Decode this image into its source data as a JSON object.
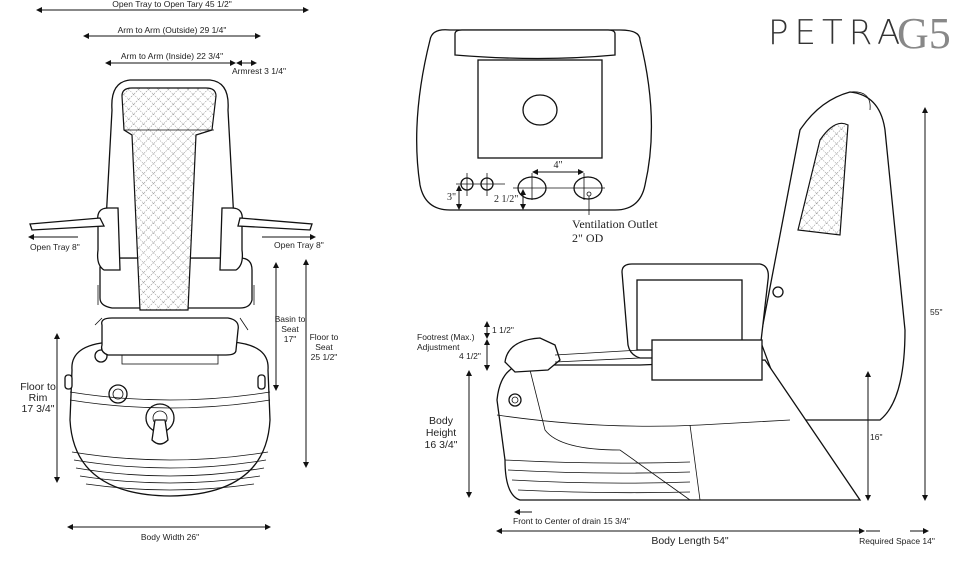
{
  "logo": {
    "brand": "PETRA",
    "model": "G5"
  },
  "front_view": {
    "open_tray_to_open_tray": "Open Tray to Open Tary 45 1/2\"",
    "arm_to_arm_outside": "Arm to Arm (Outside) 29 1/4\"",
    "arm_to_arm_inside": "Arm to Arm (Inside) 22 3/4\"",
    "armrest": "Armrest 3 1/4\"",
    "open_tray_left": "Open Tray 8\"",
    "open_tray_right": "Open Tray 8\"",
    "basin_to_seat": [
      "Basin to",
      "Seat",
      "17\""
    ],
    "floor_to_seat": [
      "Floor to",
      "Seat",
      "25 1/2\""
    ],
    "floor_to_rim": [
      "Floor to",
      "Rim",
      "17 3/4\""
    ],
    "body_width": "Body Width 26\""
  },
  "top_view": {
    "spacing": "4\"",
    "height_small": "3\"",
    "height_large": "2 1/2\"",
    "ventilation": [
      "Ventilation Outlet",
      "2\" OD"
    ]
  },
  "side_view": {
    "overall_height": "55\"",
    "seat_height": "16\"",
    "footrest_top": "1 1/2\"",
    "footrest_label": [
      "Footrest (Max.)",
      "Adjustment"
    ],
    "footrest_bottom": "4 1/2\"",
    "body_height": [
      "Body",
      "Height",
      "16 3/4\""
    ],
    "front_to_drain": "Front to Center of drain 15 3/4\"",
    "body_length": "Body Length 54\"",
    "required_space": "Required Space 14\""
  }
}
